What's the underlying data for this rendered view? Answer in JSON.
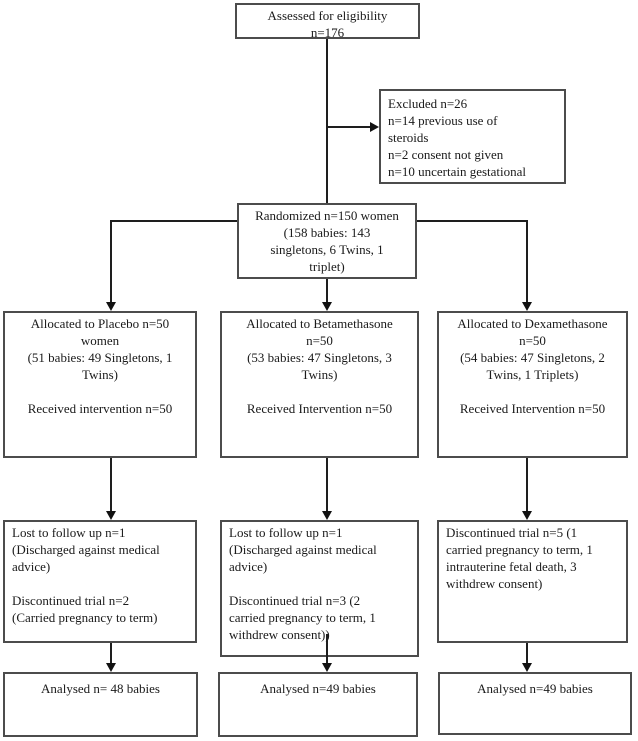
{
  "boxes": {
    "assessed": {
      "text": "Assessed for eligibility\nn=176"
    },
    "excluded": {
      "text": "Excluded n=26\nn=14 previous use of\nsteroids\nn=2 consent not given\nn=10 uncertain gestational"
    },
    "randomized": {
      "text": "Randomized n=150 women\n(158 babies: 143\nsingletons, 6 Twins, 1\ntriplet)"
    },
    "allocated_placebo": {
      "text": "Allocated to Placebo n=50\nwomen\n(51 babies: 49 Singletons, 1\nTwins)\n\nReceived intervention n=50"
    },
    "allocated_betamethasone": {
      "text": "Allocated to Betamethasone\nn=50\n(53 babies: 47 Singletons, 3\nTwins)\n\nReceived Intervention n=50"
    },
    "allocated_dexamethasone": {
      "text": "Allocated to Dexamethasone\nn=50\n(54 babies: 47 Singletons, 2\nTwins, 1 Triplets)\n\nReceived Intervention n=50"
    },
    "followup_placebo": {
      "text": "Lost to follow up n=1\n(Discharged against medical\nadvice)\n\nDiscontinued trial n=2\n(Carried pregnancy to term)"
    },
    "followup_betamethasone": {
      "text": "Lost to follow up n=1\n(Discharged against medical\nadvice)\n\nDiscontinued trial n=3 (2\ncarried pregnancy to term, 1\nwithdrew consent))"
    },
    "followup_dexamethasone": {
      "text": "Discontinued trial n=5 (1\ncarried pregnancy to term, 1\nintrauterine fetal death, 3\nwithdrew consent)"
    },
    "analysed_placebo": {
      "text": "Analysed n= 48 babies"
    },
    "analysed_betamethasone": {
      "text": "Analysed n=49 babies"
    },
    "analysed_dexamethasone": {
      "text": "Analysed n=49 babies"
    }
  },
  "edges": [
    {
      "from": "assessed",
      "to": "randomized"
    },
    {
      "from": "assessed",
      "to": "excluded"
    },
    {
      "from": "randomized",
      "to": "allocated_placebo"
    },
    {
      "from": "randomized",
      "to": "allocated_betamethasone"
    },
    {
      "from": "randomized",
      "to": "allocated_dexamethasone"
    },
    {
      "from": "allocated_placebo",
      "to": "followup_placebo"
    },
    {
      "from": "allocated_betamethasone",
      "to": "followup_betamethasone"
    },
    {
      "from": "allocated_dexamethasone",
      "to": "followup_dexamethasone"
    },
    {
      "from": "followup_placebo",
      "to": "analysed_placebo"
    },
    {
      "from": "followup_betamethasone",
      "to": "analysed_betamethasone"
    },
    {
      "from": "followup_dexamethasone",
      "to": "analysed_dexamethasone"
    }
  ],
  "colors": {
    "background": "#ffffff",
    "box_border": "#4c4c4c",
    "line": "#1e1e1e",
    "text": "#1a1a1a"
  }
}
